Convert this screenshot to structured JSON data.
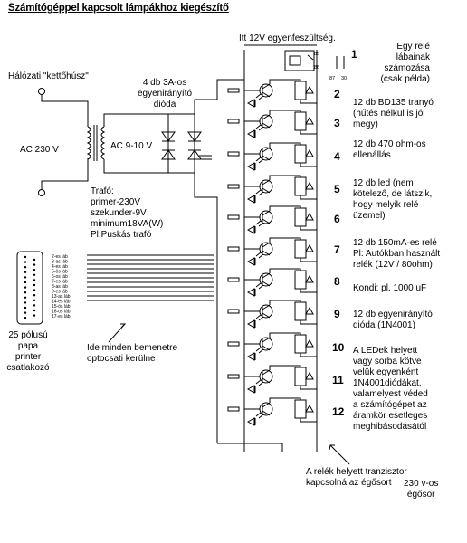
{
  "title": "Számítógéppel kapcsolt lámpákhoz kiegészítő",
  "labels": {
    "supply_12v": "Itt 12V egyenfeszültség.",
    "mains": "Hálózati \"kettőhúsz\"",
    "ac230": "AC 230 V",
    "ac910": "AC 9-10 V",
    "diodes": [
      "4 db 3A-os",
      "egyenirányító",
      "dióda"
    ],
    "relay_note": [
      "Egy relé",
      "lábainak",
      "számozása",
      "(csak példa)"
    ],
    "relay_pins": [
      "85",
      "86",
      "87",
      "30"
    ],
    "transformer": [
      "Trafó:",
      "primer-230V",
      "szekunder-9V",
      "minimum18VA(W)",
      "Pl:Puskás trafó"
    ],
    "connector": [
      "25 pólusú",
      "papa",
      "printer",
      "csatlakozó"
    ],
    "optocoupler": [
      "Ide minden bemenetre",
      "optocsati kerülne"
    ],
    "bottom_note": [
      "A relék helyett tranzisztor",
      "kapcsolná az égősort"
    ],
    "bulb_note": [
      "230 v-os",
      "égősor"
    ]
  },
  "channels": [
    "1",
    "2",
    "3",
    "4",
    "5",
    "6",
    "7",
    "8",
    "9",
    "10",
    "11",
    "12"
  ],
  "pin_labels": [
    "2-es láb",
    "3-as láb",
    "4-es láb",
    "5-ös láb",
    "6-os láb",
    "7-es láb",
    "8-as láb",
    "9-es láb",
    "13-as láb",
    "14-es láb",
    "15-ös láb",
    "16-os láb",
    "17-es láb"
  ],
  "notes": [
    [
      "12 db BD135 tranyó",
      "(hűtés nélkül is jól",
      "megy)"
    ],
    [
      "12 db 470 ohm-os",
      "ellenállás"
    ],
    [
      "12 db led (nem",
      "kötelező, de látszik,",
      "hogy melyik relé",
      "üzemel)"
    ],
    [
      "12 db 150mA-es relé",
      "Pl: Autókban használt",
      "relék   (12V / 80ohm)"
    ],
    [
      "Kondi: pl. 1000 uF"
    ],
    [
      "12 db egyenirányító",
      "dióda (1N4001)"
    ],
    [
      "A LEDek helyett",
      "vagy sorba kötve",
      "velük egyenként",
      "1N4001diódákat,",
      "valamelyest véded",
      "a számítógépet az",
      "áramkör esetleges",
      "meghibásodásától"
    ]
  ]
}
